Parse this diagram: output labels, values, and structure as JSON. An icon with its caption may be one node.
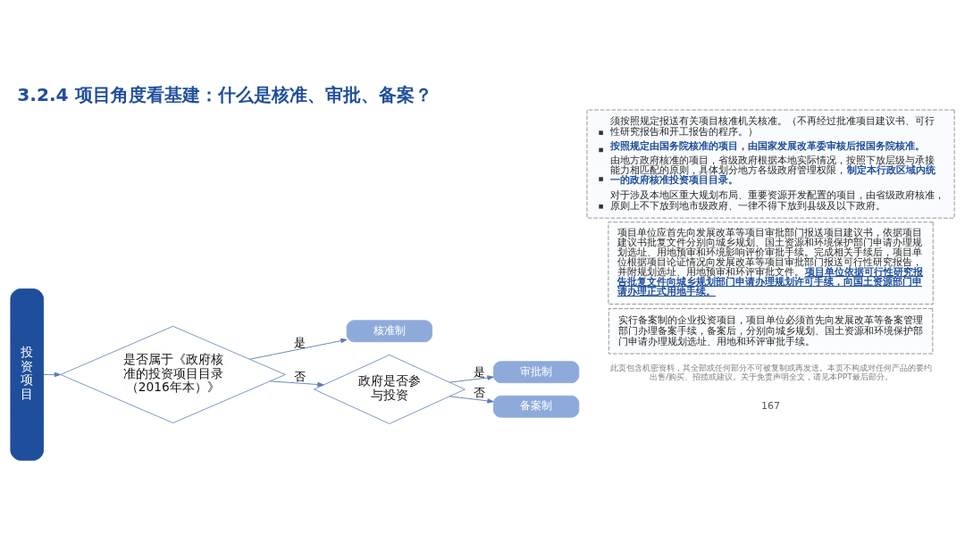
{
  "diagram": {
    "title": "3.2.4 项目角度看基建：什么是核准、审批、备案？",
    "nodes": [
      {
        "text": [
          "投资项目"
        ]
      },
      {
        "text": [
          "是否属于《政府核准的投资项目目录（2016年本）》"
        ]
      },
      {
        "text": [
          "核准制"
        ]
      },
      {
        "text": [
          "政府是否参与投资"
        ]
      },
      {
        "text": [
          "审批制"
        ]
      },
      {
        "text": [
          "备案制"
        ]
      },
      {
        "text": [
          "须按照规定报送有关项目核准机关核准。（不再经过批准项目建议书、可行性研究报告和开工报告的程序。）",
          "按照规定由国务院核准的项目，由国家发展改革委审核后报国务院核准。",
          "由地方政府核准的项目，省级政府根据本地实际情况，按照下放层级与承接能力相匹配的原则，具体划分地方各级政府管理权限，**制定本行政区域内统一的政府核准投资项目目录。**",
          "对于涉及本地区重大规划布局、重要资源开发配置的项目，由省级政府核准，原则上不下放到地市级政府、一律不得下放到县级及以下政府。"
        ]
      },
      {
        "text": [
          "项目单位应首先向发展改革等项目审批部门报送项目建议书，依据项目建议书批复文件分别向城乡规划、国土资源和环境保护部门申请办理规划选址、用地预审和环境影响评价审批手续。完成相关手续后，项目单位根据项目论证情况向发展改革等项目审批部门报送可行性研究报告，并附规划选址、用地预审和环评审批文件。**项目单位依据可行性研究报告批复文件向城乡规划部门申请办理规划许可手续，向国土资源部门申请办理正式用地手续。**"
        ]
      },
      {
        "text": [
          "实行备案制的企业投资项目，项目单位必须首先向发展改革等备案管理部门办理备案手续，备案后，分别向城乡规划、国土资源和环境保护部门申请办理规划选址、用地和环评审批手续。"
        ]
      }
    ],
    "edges": [
      {
        "from": 0,
        "to": 1,
        "arrow": "to"
      },
      {
        "from": 1,
        "to": 2,
        "arrow": "to",
        "label": "是"
      },
      {
        "from": 1,
        "to": 3,
        "arrow": "to",
        "label": "否"
      },
      {
        "from": 3,
        "to": 4,
        "arrow": "to",
        "label": "是"
      },
      {
        "from": 3,
        "to": 5,
        "arrow": "to",
        "label": "否"
      }
    ],
    "labels": [
      "此页包含机密资料，其全部或任何部分不可被复制或再发送。本页不构成对任何产品的要约出售/购买、招揽或建议。关于免责声明全文，请见本PPT最后部分。",
      "167"
    ]
  }
}
